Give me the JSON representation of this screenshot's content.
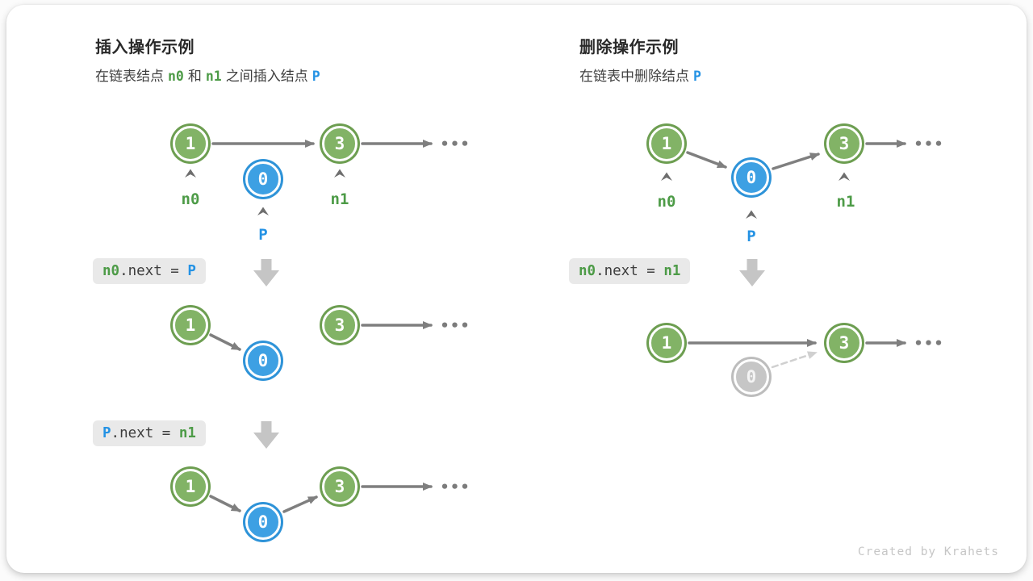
{
  "colors": {
    "node-green": "#82b366",
    "node-green-border": "#6d9e51",
    "node-blue": "#3da0e3",
    "node-blue-border": "#2e93d8",
    "node-gray": "#c6c6c6",
    "node-gray-border": "#bdbdbd",
    "arrow-gray": "#7f7f7f",
    "arrow-light": "#d0d0d0",
    "label-green": "#4d9b47",
    "label-blue": "#2492e4",
    "code-bg": "#e9e9e9",
    "code-text": "#3d3d3d",
    "title-text": "#2a2a2a",
    "body-text": "#404040",
    "footer-text": "#c6c6c6",
    "dots-gray": "#7c7c7c",
    "block-arrow": "#c5c5c5"
  },
  "insert": {
    "title": "插入操作示例",
    "subtitle": {
      "part1": "在链表结点",
      "n0": "n0",
      "part2": "和",
      "n1": "n1",
      "part3": "之间插入结点",
      "p": "P"
    },
    "codes": [
      {
        "lhs": "n0",
        "mid": ".next = ",
        "rhs": "P"
      },
      {
        "lhs": "P",
        "mid": ".next = ",
        "rhs": "n1"
      }
    ]
  },
  "delete": {
    "title": "删除操作示例",
    "subtitle": {
      "part1": "在链表中删除结点",
      "p": "P"
    },
    "code": {
      "lhs": "n0",
      "mid": ".next = ",
      "rhs": "n1"
    }
  },
  "nodes": {
    "one": "1",
    "three": "3",
    "zero": "0"
  },
  "labels": {
    "n0": "n0",
    "n1": "n1",
    "p": "P"
  },
  "ellipsis": "•••",
  "footer": "Created by Krahets"
}
